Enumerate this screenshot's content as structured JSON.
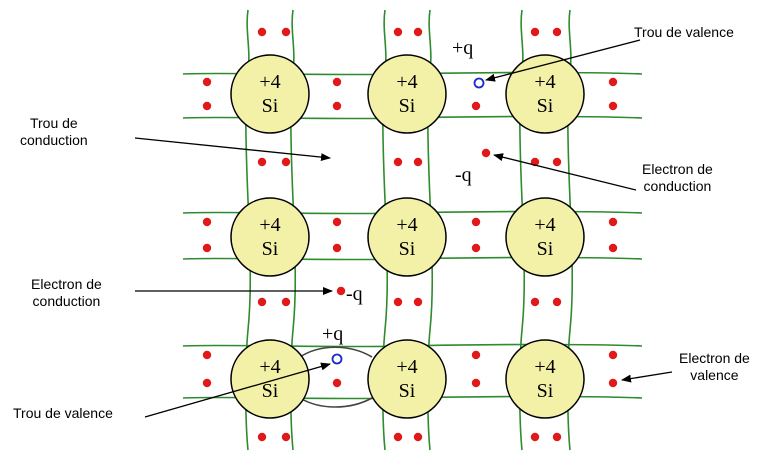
{
  "colors": {
    "bond": "#2e8b2e",
    "atom_fill": "#f3f0a8",
    "atom_stroke": "#000000",
    "electron": "#e01a1a",
    "hole": "#1a2acc",
    "text": "#000000"
  },
  "atom": {
    "charge": "+4",
    "symbol": "Si"
  },
  "charges": {
    "hole_top": "+q",
    "electron_top": "-q",
    "electron_mid": "-q",
    "hole_bottom": "+q"
  },
  "labels": {
    "trou_valence_top": "Trou de valence",
    "trou_conduction": "Trou de\nconduction",
    "electron_conduction_right": "Electron de\nconduction",
    "electron_conduction_left": "Electron de\nconduction",
    "trou_valence_bottom": "Trou de valence",
    "electron_valence": "Electron de\nvalence"
  }
}
